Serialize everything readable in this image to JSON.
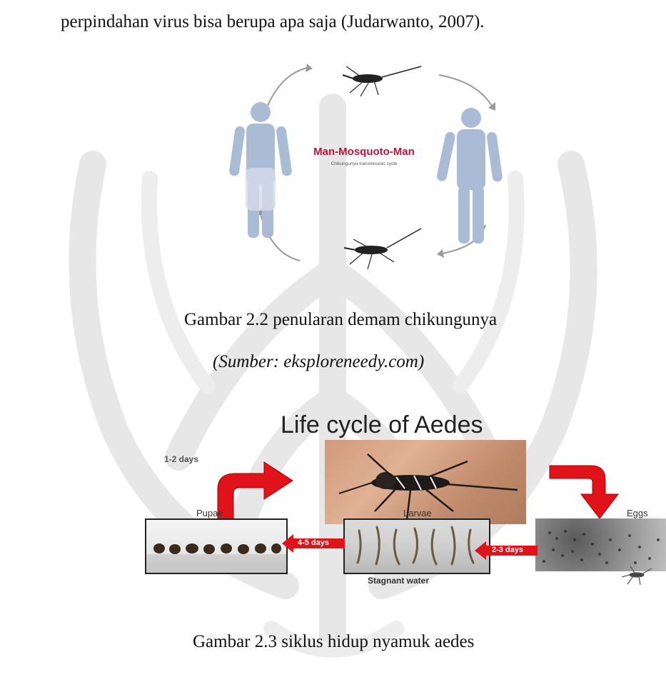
{
  "paragraph": {
    "line": "perpindahan virus bisa berupa apa saja (Judarwanto, 2007)."
  },
  "figure1": {
    "title": "Man-Mosquoto-Man",
    "subtitle": "Chikungunya transmission cycle",
    "caption": "Gambar 2.2 penularan demam chikungunya",
    "source": "(Sumber: eksploreneedy.com)",
    "title_color": "#c0143c"
  },
  "figure2": {
    "title": "Life cycle of Aedes",
    "top_days": "1-2 days",
    "stages": {
      "pupae": "Pupae",
      "larvae": "Larvae",
      "eggs": "Eggs"
    },
    "arrow_labels": {
      "larvae_to_pupae": "4-5 days",
      "eggs_to_larvae": "2-3 days"
    },
    "footer": "Stagnant water",
    "caption": "Gambar 2.3 siklus hidup nyamuk aedes",
    "arrow_color": "#e0121a"
  },
  "watermark": {
    "color": "#e6e6e6"
  }
}
